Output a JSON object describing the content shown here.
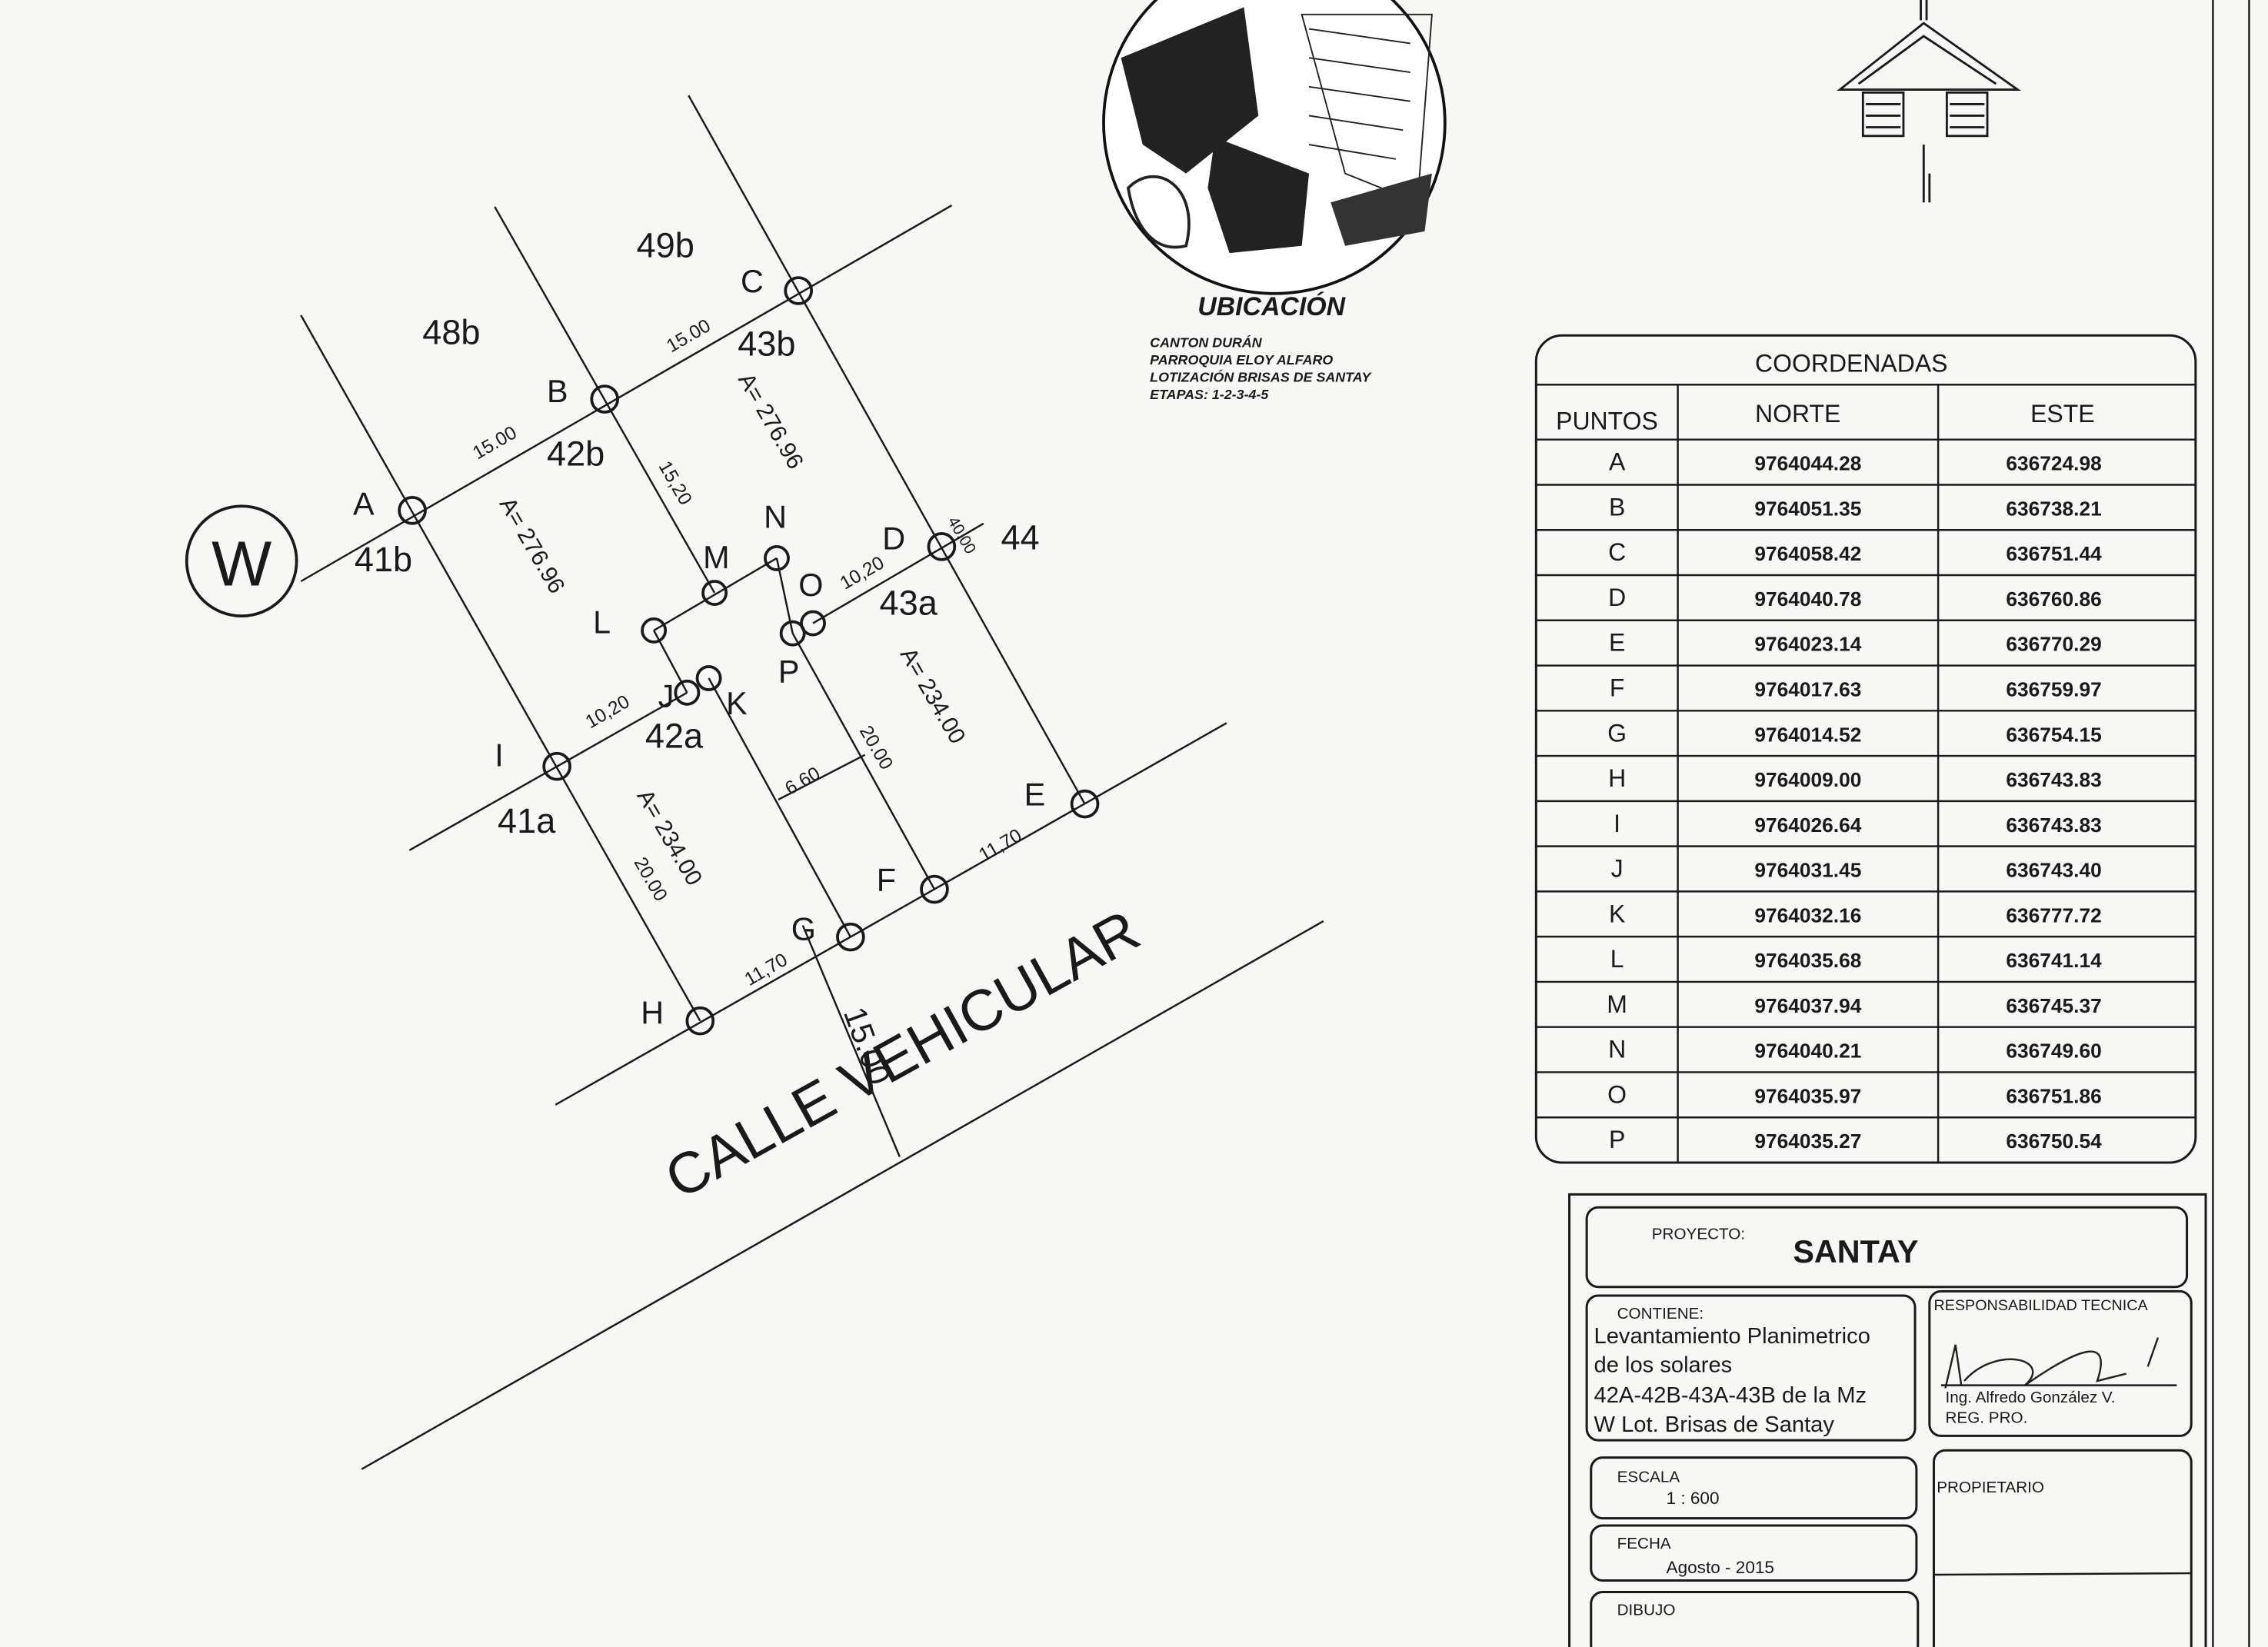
{
  "plan": {
    "block_label": "W",
    "street_label": "CALLE VEHICULAR",
    "street_width": "15.00",
    "points": [
      "A",
      "B",
      "C",
      "D",
      "E",
      "F",
      "G",
      "H",
      "I",
      "J",
      "K",
      "L",
      "M",
      "N",
      "O",
      "P"
    ],
    "lots": [
      "48b",
      "49b",
      "43b",
      "42b",
      "41b",
      "44",
      "43a",
      "42a",
      "41a"
    ],
    "dimensions": {
      "ab": "15.00",
      "bc": "15.00",
      "bm": "15,20",
      "area_b": "A= 276.96",
      "area_a": "A= 276.96",
      "de": "40.00",
      "od": "10,20",
      "ij": "10,20",
      "pf": "20.00",
      "ih": "20.00",
      "area_43a": "A= 234.00",
      "area_41a": "A= 234.00",
      "mid": "6.60",
      "fe": "11,70",
      "hg": "11,70"
    }
  },
  "ubicacion": {
    "title": "UBICACIÓN",
    "lines": [
      "CANTON DURÁN",
      "PARROQUIA ELOY ALFARO",
      "LOTIZACIÓN BRISAS DE SANTAY",
      "ETAPAS: 1-2-3-4-5"
    ]
  },
  "coordenadas": {
    "title": "COORDENADAS",
    "headers": [
      "PUNTOS",
      "NORTE",
      "ESTE"
    ],
    "rows": [
      [
        "A",
        "9764044.28",
        "636724.98"
      ],
      [
        "B",
        "9764051.35",
        "636738.21"
      ],
      [
        "C",
        "9764058.42",
        "636751.44"
      ],
      [
        "D",
        "9764040.78",
        "636760.86"
      ],
      [
        "E",
        "9764023.14",
        "636770.29"
      ],
      [
        "F",
        "9764017.63",
        "636759.97"
      ],
      [
        "G",
        "9764014.52",
        "636754.15"
      ],
      [
        "H",
        "9764009.00",
        "636743.83"
      ],
      [
        "I",
        "9764026.64",
        "636743.83"
      ],
      [
        "J",
        "9764031.45",
        "636743.40"
      ],
      [
        "K",
        "9764032.16",
        "636777.72"
      ],
      [
        "L",
        "9764035.68",
        "636741.14"
      ],
      [
        "M",
        "9764037.94",
        "636745.37"
      ],
      [
        "N",
        "9764040.21",
        "636749.60"
      ],
      [
        "O",
        "9764035.97",
        "636751.86"
      ],
      [
        "P",
        "9764035.27",
        "636750.54"
      ]
    ]
  },
  "title_block": {
    "proyecto_label": "PROYECTO:",
    "proyecto": "SANTAY",
    "contiene_label": "CONTIENE:",
    "contiene": [
      "Levantamiento Planimetrico",
      "de los solares",
      "42A-42B-43A-43B de la Mz",
      "W Lot.  Brisas de Santay"
    ],
    "responsabilidad_label": "RESPONSABILIDAD TECNICA",
    "ingeniero": "Ing. Alfredo González V.",
    "registro": "REG. PRO.",
    "escala_label": "ESCALA",
    "escala": "1 : 600",
    "fecha_label": "FECHA",
    "fecha": "Agosto - 2015",
    "dibujo_label": "DIBUJO",
    "propietario_label": "PROPIETARIO"
  }
}
